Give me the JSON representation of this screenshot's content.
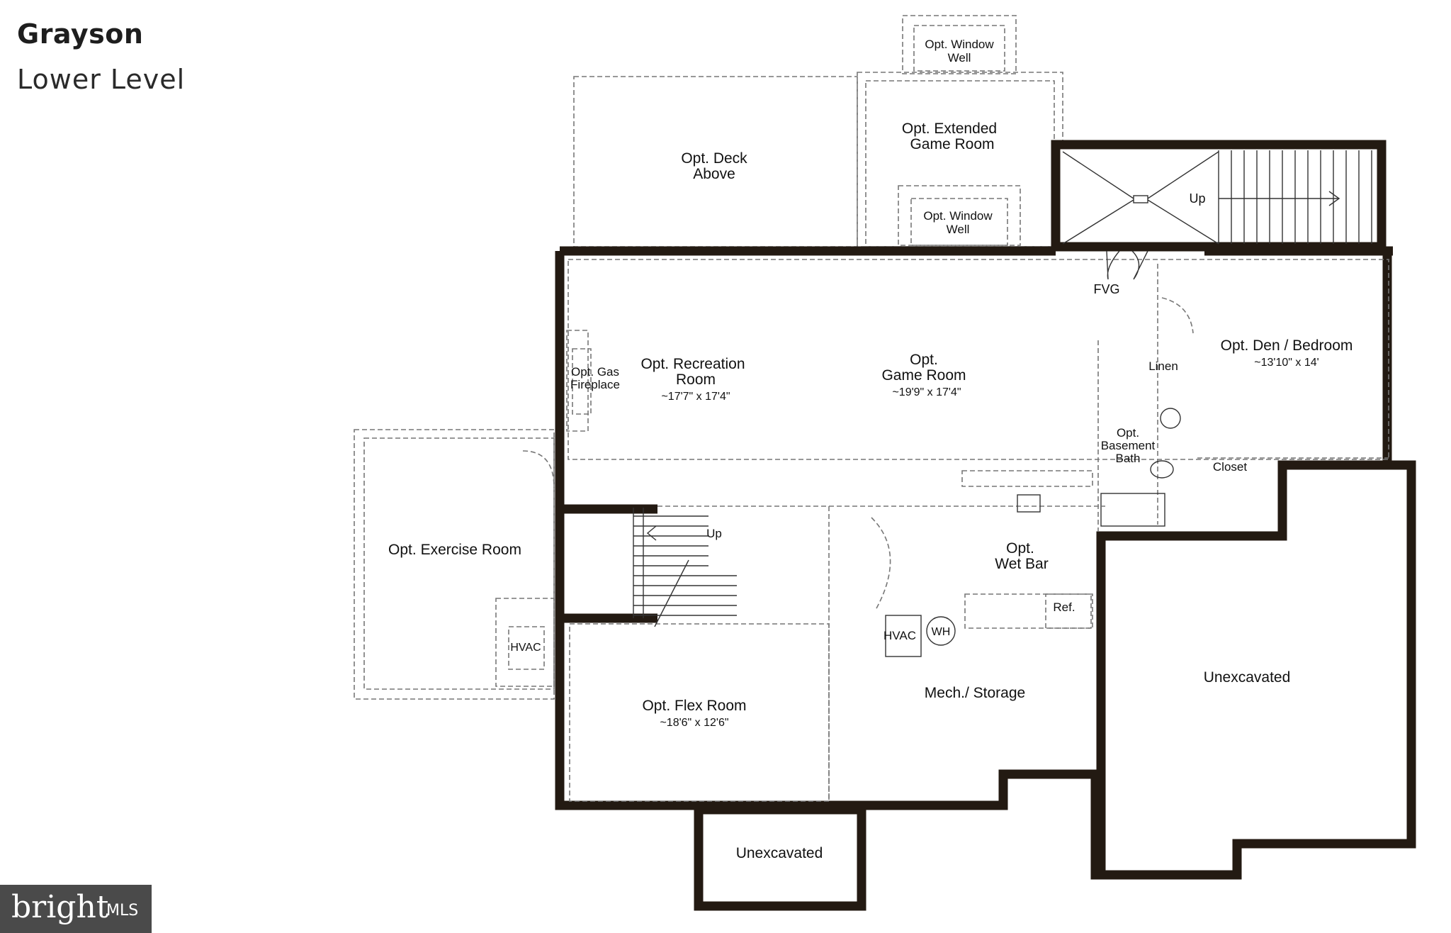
{
  "header": {
    "title": "Grayson",
    "subtitle": "Lower Level"
  },
  "rooms": {
    "window_well_top": [
      "Opt. Window",
      "Well"
    ],
    "extended_game_room": [
      "Opt. Extended",
      "Game Room"
    ],
    "deck_above": [
      "Opt. Deck",
      "Above"
    ],
    "window_well_lower": [
      "Opt. Window",
      "Well"
    ],
    "stair_up_top": "Up",
    "fvg": "FVG",
    "recreation_room": [
      "Opt. Recreation",
      "Room"
    ],
    "recreation_room_dim": "~17'7\" x 17'4\"",
    "gas_fireplace": [
      "Opt. Gas",
      "Fireplace"
    ],
    "game_room": [
      "Opt.",
      "Game Room"
    ],
    "game_room_dim": "~19'9\" x 17'4\"",
    "den_bedroom": "Opt. Den / Bedroom",
    "den_bedroom_dim": "~13'10\" x 14'",
    "linen": "Linen",
    "basement_bath": [
      "Opt.",
      "Basement",
      "Bath"
    ],
    "closet": "Closet",
    "exercise_room": "Opt. Exercise Room",
    "stair_up_main": "Up",
    "hvac_exercise": "HVAC",
    "wet_bar": [
      "Opt.",
      "Wet Bar"
    ],
    "ref": "Ref.",
    "hvac_mech": "HVAC",
    "wh": "WH",
    "mech_storage": "Mech./ Storage",
    "flex_room": "Opt. Flex Room",
    "flex_room_dim": "~18'6\" x 12'6\"",
    "unexcavated_right": "Unexcavated",
    "unexcavated_bottom": "Unexcavated"
  },
  "logo": {
    "brand": "bright",
    "suffix": "MLS"
  }
}
